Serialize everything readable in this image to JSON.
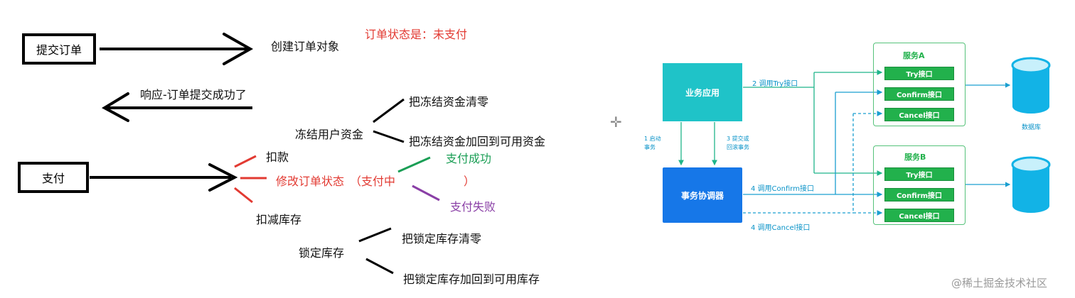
{
  "left": {
    "submit_box": "提交订单",
    "create_order": "创建订单对象",
    "order_status": "订单状态是：未支付",
    "response": "响应-订单提交成功了",
    "freeze_funds": "冻结用户资金",
    "clear_frozen": "把冻结资金清零",
    "return_frozen": "把冻结资金加回到可用资金",
    "pay_box": "支付",
    "deduct": "扣款",
    "modify_status": "修改订单状态",
    "paying_open": "（支付中",
    "paying_close": "）",
    "pay_success": "支付成功",
    "pay_fail": "支付失败",
    "reduce_stock": "扣减库存",
    "lock_stock": "锁定库存",
    "clear_locked": "把锁定库存清零",
    "return_locked": "把锁定库存加回到可用库存"
  },
  "right": {
    "business_app": "业务应用",
    "coordinator": "事务协调器",
    "call_try": "2 调用Try接口",
    "start_tx_1": "1 启动",
    "start_tx_2": "事务",
    "submit_tx_1": "3 提交或",
    "submit_tx_2": "回滚事务",
    "call_confirm": "4 调用Confirm接口",
    "call_cancel": "4 调用Cancel接口",
    "service_a": "服务A",
    "service_b": "服务B",
    "try_a": "Try接口",
    "confirm_a": "Confirm接口",
    "cancel_a": "Cancel接口",
    "try_b": "Try接口",
    "confirm_b": "Confirm接口",
    "cancel_b": "Cancel接口",
    "db_a": "数据库",
    "crosshair": "✛"
  },
  "watermark": "@稀土掘金技术社区",
  "colors": {
    "red": "#e23a32",
    "green": "#1a9e55",
    "purple": "#8a3fa6",
    "business_app": "#1fc3c8",
    "coordinator": "#1677e8",
    "iface": "#22b14c",
    "db": "#12b3e6",
    "line": "#1a9fd0"
  }
}
